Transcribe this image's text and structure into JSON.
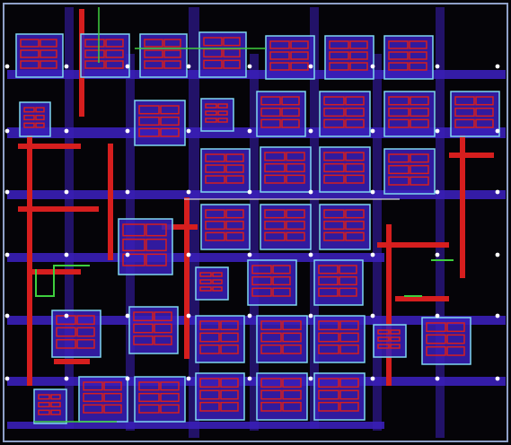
{
  "view": {
    "kind": "ic-layout",
    "background_color": "#050408",
    "border_color": "#8fa0c8"
  },
  "layers": {
    "metal_color": "#3a1fb8",
    "poly_color": "#d61e1e",
    "cell_outline_color": "#7fd6f0",
    "cell_outline_alt_color": "#b8f0a0",
    "route_green_color": "#3ecf3e",
    "route_white_color": "#d8d8d8",
    "via_color": "#ffffff"
  },
  "cell_grid": {
    "rows": 7,
    "description_rows": [
      [
        1,
        1,
        1,
        1,
        1,
        1,
        1
      ],
      [
        1,
        0,
        1,
        1,
        1,
        1,
        1,
        1
      ],
      [
        1,
        1,
        1,
        1
      ],
      [
        1,
        1,
        1,
        1,
        1
      ],
      [
        1,
        1,
        1,
        1,
        1,
        1,
        1
      ],
      [
        1,
        1,
        1,
        1,
        1,
        1,
        1
      ],
      [
        1,
        1,
        1,
        1,
        1,
        1,
        1
      ]
    ]
  }
}
